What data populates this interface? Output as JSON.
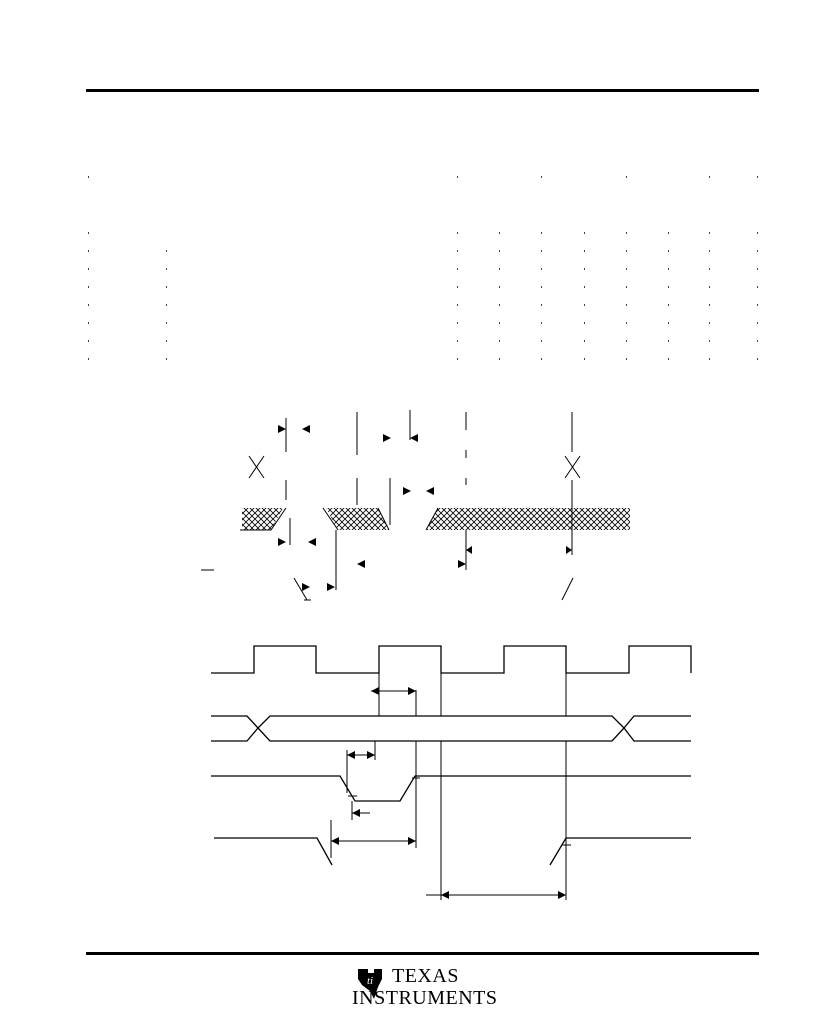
{
  "footer": {
    "logo_line1": "TEXAS",
    "logo_line2": "INSTRUMENTS",
    "logo_emblem": "ti-logo-icon"
  },
  "table": {
    "row_count": 7
  }
}
